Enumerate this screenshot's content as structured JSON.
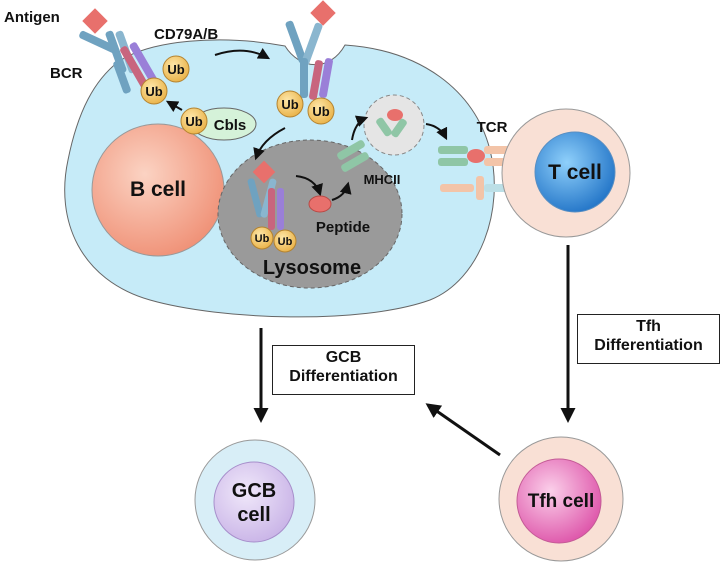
{
  "labels": {
    "antigen": "Antigen",
    "bcr": "BCR",
    "cd79": "CD79A/B",
    "cbls": "Cbls",
    "ub": "Ub",
    "b_cell": "B cell",
    "lysosome": "Lysosome",
    "peptide": "Peptide",
    "mhcii": "MHCII",
    "tcr": "TCR",
    "t_cell": "T cell",
    "gcb_cell_line1": "GCB",
    "gcb_cell_line2": "cell",
    "tfh_cell": "Tfh cell"
  },
  "boxes": {
    "tfh_diff_line1": "Tfh",
    "tfh_diff_line2": "Differentiation",
    "gcb_diff_line1": "GCB",
    "gcb_diff_line2": "Differentiation"
  },
  "colors": {
    "b_cell_body": "#c6ebf8",
    "nucleus_b": "#f1a58c",
    "lysosome": "#9a9a9a",
    "ub": "#f3c96a",
    "cbls": "#d5f2d9",
    "t_cell_outer": "#f9e0d5",
    "t_cell_nucleus": "#2b86d3",
    "tfh_nucleus": "#e668b4",
    "gcb_outer": "#d8eef7",
    "gcb_nucleus": "#d9c7ee",
    "antigen": "#e8706c",
    "bcr": "#6fa2c0",
    "mhc": "#8fc6a6"
  }
}
